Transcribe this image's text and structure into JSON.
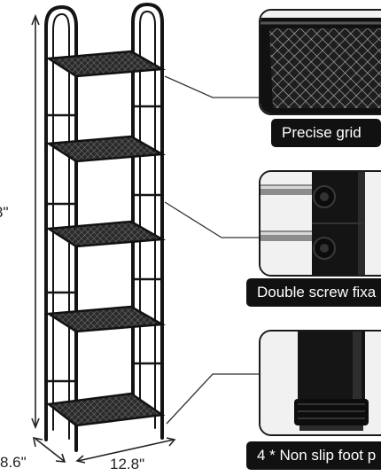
{
  "dimensions": {
    "height": "3\"",
    "depth": "8.6\"",
    "width": "12.8\""
  },
  "callouts": [
    {
      "label": "Precise grid",
      "icon": "mesh-grid-detail"
    },
    {
      "label": "Double screw fixa",
      "icon": "screw-joint-detail"
    },
    {
      "label": "4 * Non slip foot p",
      "icon": "foot-pad-detail"
    }
  ],
  "colors": {
    "frame": "#111111",
    "caption_bg": "#111111",
    "caption_text": "#ffffff"
  }
}
